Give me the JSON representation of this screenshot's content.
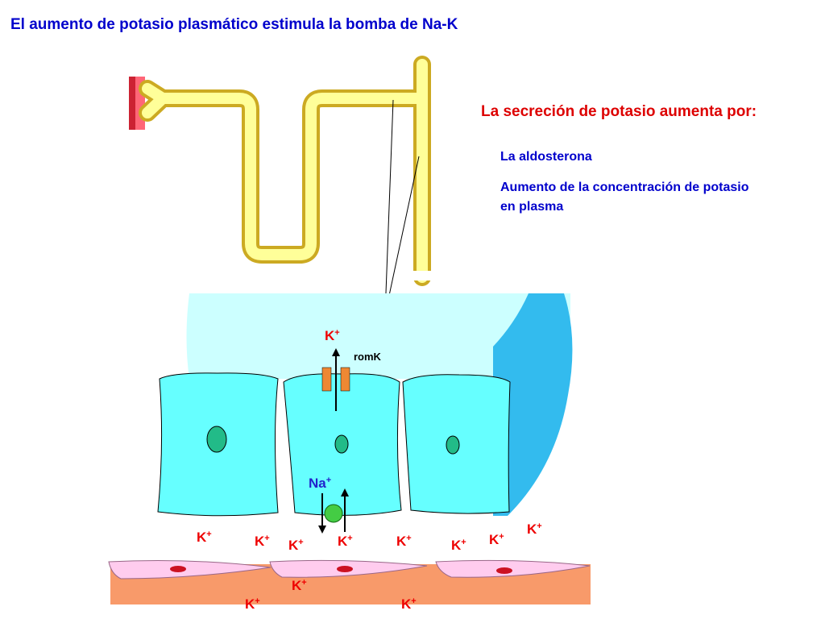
{
  "title": "El aumento de potasio plasmático estimula la bomba de Na-K",
  "info": {
    "heading": "La secreción de potasio aumenta por:",
    "items": [
      "La aldosterona",
      "Aumento de la concentración de potasio en plasma"
    ]
  },
  "labels": {
    "channel": "romK",
    "k_ion": "K",
    "na_ion": "Na",
    "plus": "+"
  },
  "colors": {
    "title": "#0000cc",
    "heading": "#dd0000",
    "tubule_fill": "#ffff99",
    "tubule_stroke": "#ccaa22",
    "lumen": "#ccffff",
    "cell": "#66ffff",
    "wall": "#33bbee",
    "nucleus": "#22bb88",
    "pump": "#44cc44",
    "channel": "#ee8833",
    "capillary_tissue": "#f89a6a",
    "endothelium": "#ffccee",
    "k_ion": "#ee0000",
    "na_ion": "#2222cc"
  }
}
